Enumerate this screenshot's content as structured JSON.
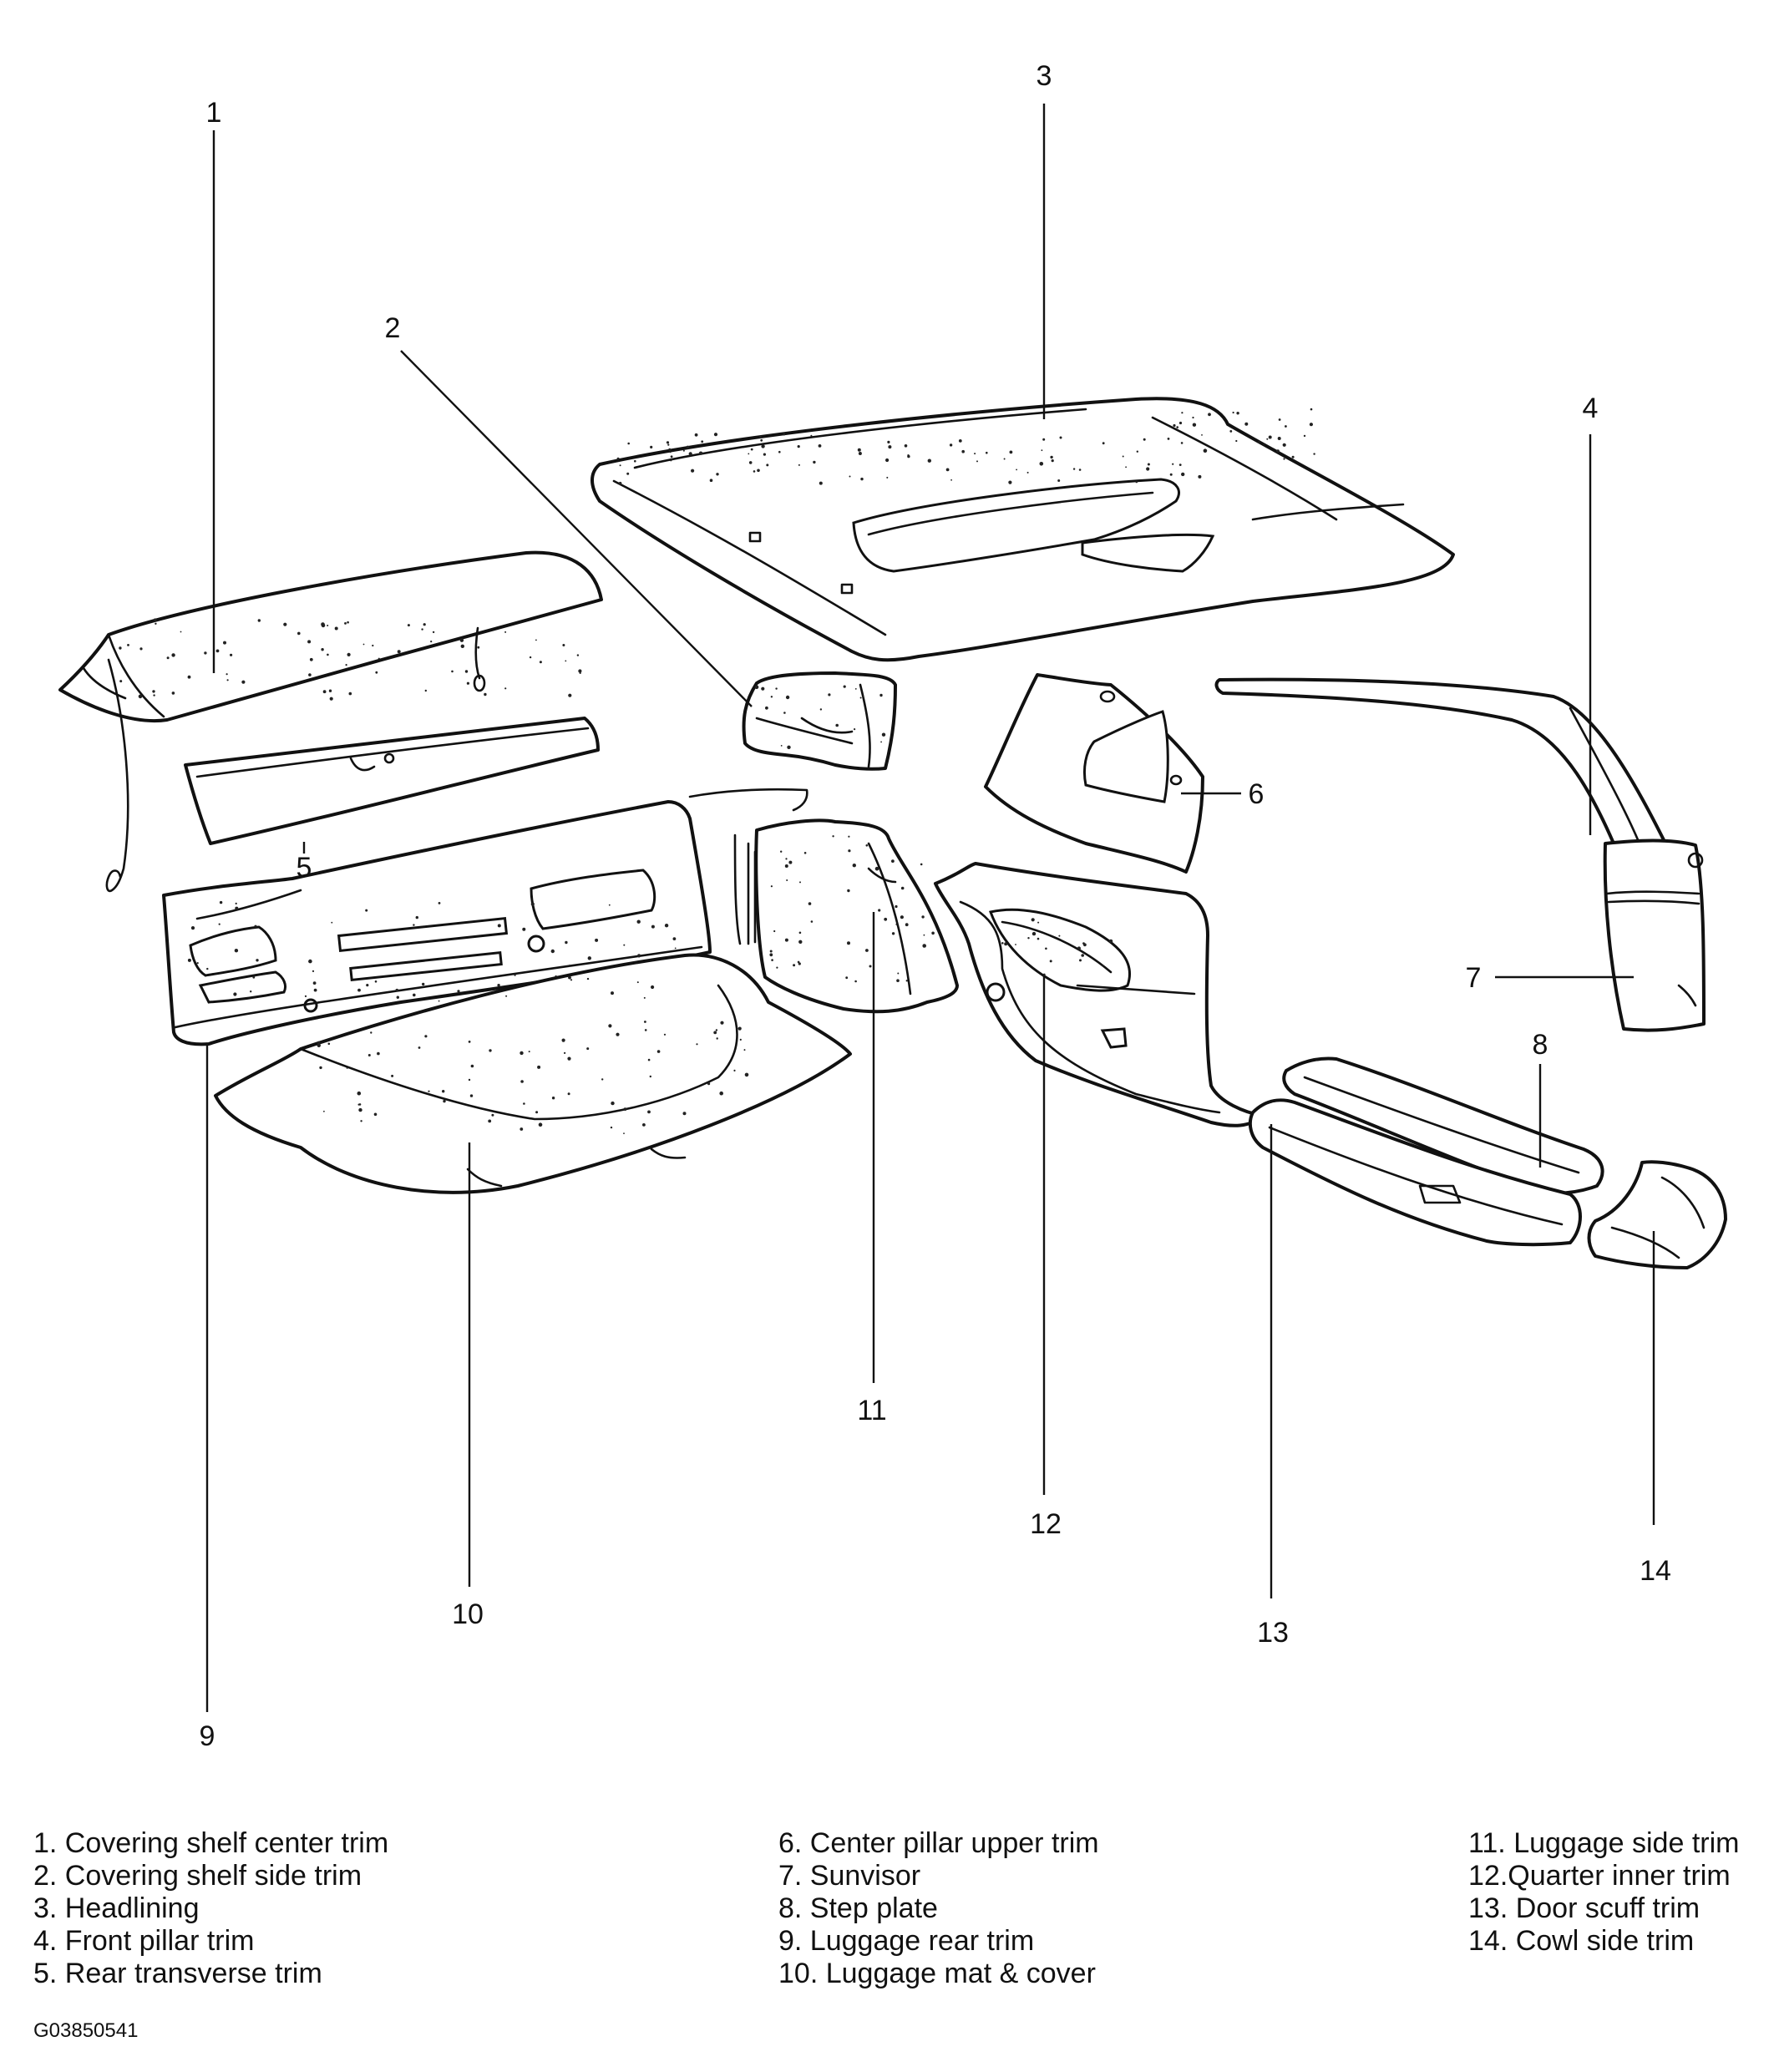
{
  "callouts": [
    "1",
    "2",
    "3",
    "4",
    "5",
    "6",
    "7",
    "8",
    "9",
    "10",
    "11",
    "12",
    "13",
    "14"
  ],
  "legend": {
    "col1": [
      "1. Covering shelf center trim",
      "2. Covering shelf side trim",
      "3. Headlining",
      "4. Front pillar trim",
      "5. Rear transverse trim"
    ],
    "col2": [
      "6. Center pillar upper trim",
      "7. Sunvisor",
      "8. Step plate",
      "9. Luggage rear trim",
      "10. Luggage mat & cover"
    ],
    "col3": [
      "11. Luggage side trim",
      "12.Quarter inner trim",
      "13. Door scuff trim",
      "14. Cowl side trim"
    ]
  },
  "figure_code": "G03850541"
}
